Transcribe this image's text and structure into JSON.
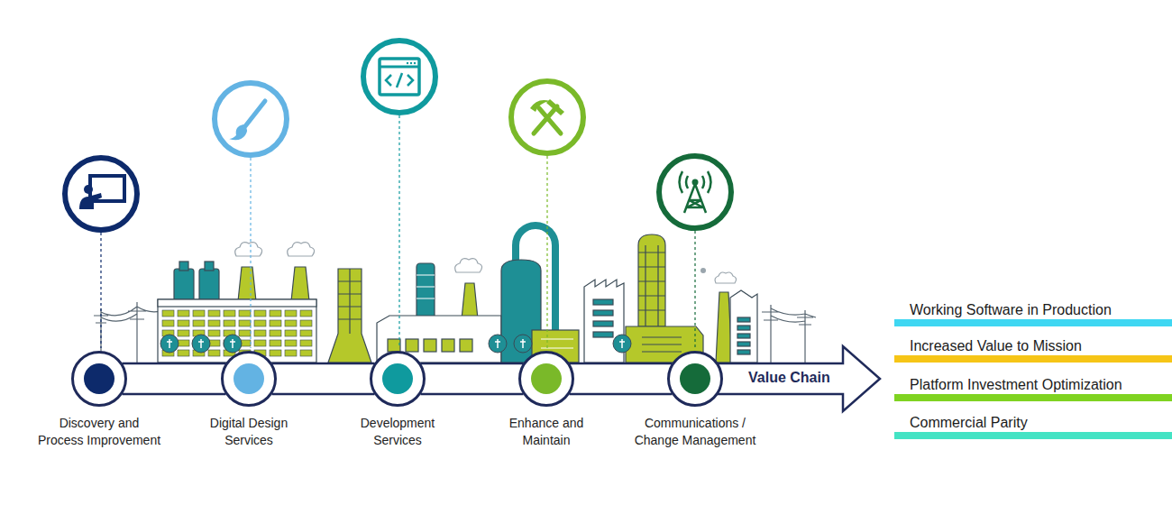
{
  "diagram": {
    "nodes": [
      {
        "text": [
          "Discovery and Process Improvement"
        ]
      },
      {
        "text": [
          "Digital Design Services"
        ]
      },
      {
        "text": [
          "Development Services"
        ]
      },
      {
        "text": [
          "Enhance and Maintain"
        ]
      },
      {
        "text": [
          "Communications / Change Management"
        ]
      }
    ],
    "edges": [
      {
        "from": 0,
        "to": 1,
        "arrow": "none"
      },
      {
        "from": 1,
        "to": 2,
        "arrow": "none"
      },
      {
        "from": 2,
        "to": 3,
        "arrow": "none"
      },
      {
        "from": 3,
        "to": 4,
        "arrow": "none"
      }
    ],
    "labels": [
      "Value Chain"
    ],
    "legend": [
      {
        "text": "Working Software in Production",
        "color": "#3fd7f2"
      },
      {
        "text": "Increased Value to Mission",
        "color": "#f6c517"
      },
      {
        "text": "Platform Investment Optimization",
        "color": "#7fd321"
      },
      {
        "text": "Commercial Parity",
        "color": "#44e3c4"
      }
    ]
  }
}
